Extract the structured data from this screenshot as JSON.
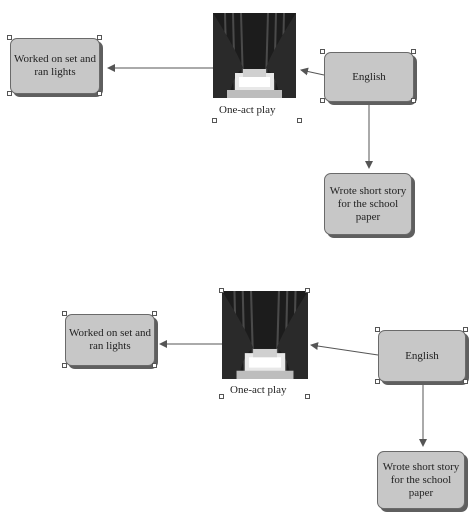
{
  "diagrams": [
    {
      "nodes": {
        "worked": "Worked on set and ran lights",
        "english": "English",
        "wrote": "Wrote short story for the school paper"
      },
      "picture": {
        "icon": "theater-stage-icon",
        "caption": "One-act play"
      }
    },
    {
      "nodes": {
        "worked": "Worked on set and ran lights",
        "english": "English",
        "wrote": "Wrote short story for the school paper"
      },
      "picture": {
        "icon": "theater-stage-icon",
        "caption": "One-act play"
      }
    }
  ],
  "colors": {
    "node_fill": "#c7c7c7",
    "node_border": "#6a6a6a",
    "node_shadow": "#5f5f5f",
    "link": "#555555",
    "curtain": "#1c1c1c"
  }
}
